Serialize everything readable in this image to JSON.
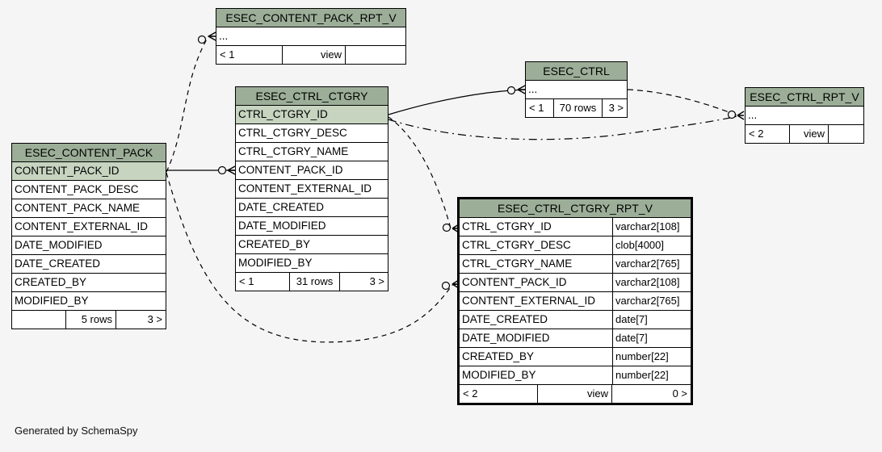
{
  "app": {
    "credit": "Generated by SchemaSpy"
  },
  "colors": {
    "background": "#f5f5f5",
    "table_header": "#9cae98",
    "key_column_row": "#c6d4c0",
    "cell_background": "#ffffff",
    "line": "#000000"
  },
  "tables": [
    {
      "id": "esec_content_pack_rpt_v",
      "title": "ESEC_CONTENT_PACK_RPT_V",
      "kind": "view",
      "rows": [
        {
          "ellipsis": true,
          "name": "..."
        }
      ],
      "footer": {
        "left": "< 1",
        "mid": "view",
        "right": ""
      }
    },
    {
      "id": "esec_ctrl",
      "title": "ESEC_CTRL",
      "kind": "table",
      "rows": [
        {
          "ellipsis": true,
          "name": "..."
        }
      ],
      "footer": {
        "left": "< 1",
        "mid": "70 rows",
        "right": "3 >"
      }
    },
    {
      "id": "esec_ctrl_rpt_v",
      "title": "ESEC_CTRL_RPT_V",
      "kind": "view",
      "rows": [
        {
          "ellipsis": true,
          "name": "..."
        }
      ],
      "footer": {
        "left": "< 2",
        "mid": "view",
        "right": ""
      }
    },
    {
      "id": "esec_content_pack",
      "title": "ESEC_CONTENT_PACK",
      "kind": "table",
      "rows": [
        {
          "name": "CONTENT_PACK_ID",
          "key": true
        },
        {
          "name": "CONTENT_PACK_DESC"
        },
        {
          "name": "CONTENT_PACK_NAME"
        },
        {
          "name": "CONTENT_EXTERNAL_ID"
        },
        {
          "name": "DATE_MODIFIED"
        },
        {
          "name": "DATE_CREATED"
        },
        {
          "name": "CREATED_BY"
        },
        {
          "name": "MODIFIED_BY"
        }
      ],
      "footer": {
        "left": "",
        "mid": "5 rows",
        "right": "3 >"
      }
    },
    {
      "id": "esec_ctrl_ctgry",
      "title": "ESEC_CTRL_CTGRY",
      "kind": "table",
      "rows": [
        {
          "name": "CTRL_CTGRY_ID",
          "key": true
        },
        {
          "name": "CTRL_CTGRY_DESC"
        },
        {
          "name": "CTRL_CTGRY_NAME"
        },
        {
          "name": "CONTENT_PACK_ID"
        },
        {
          "name": "CONTENT_EXTERNAL_ID"
        },
        {
          "name": "DATE_CREATED"
        },
        {
          "name": "DATE_MODIFIED"
        },
        {
          "name": "CREATED_BY"
        },
        {
          "name": "MODIFIED_BY"
        }
      ],
      "footer": {
        "left": "< 1",
        "mid": "31 rows",
        "right": "3 >"
      }
    },
    {
      "id": "esec_ctrl_ctgry_rpt_v",
      "title": "ESEC_CTRL_CTGRY_RPT_V",
      "kind": "view",
      "focus": true,
      "rows": [
        {
          "name": "CTRL_CTGRY_ID",
          "type": "varchar2[108]"
        },
        {
          "name": "CTRL_CTGRY_DESC",
          "type": "clob[4000]"
        },
        {
          "name": "CTRL_CTGRY_NAME",
          "type": "varchar2[765]"
        },
        {
          "name": "CONTENT_PACK_ID",
          "type": "varchar2[108]"
        },
        {
          "name": "CONTENT_EXTERNAL_ID",
          "type": "varchar2[765]"
        },
        {
          "name": "DATE_CREATED",
          "type": "date[7]"
        },
        {
          "name": "DATE_MODIFIED",
          "type": "date[7]"
        },
        {
          "name": "CREATED_BY",
          "type": "number[22]"
        },
        {
          "name": "MODIFIED_BY",
          "type": "number[22]"
        }
      ],
      "footer": {
        "left": "< 2",
        "mid": "view",
        "right": "0 >"
      }
    }
  ],
  "relationships": [
    {
      "from": "ESEC_CONTENT_PACK.CONTENT_PACK_ID",
      "to": "ESEC_CTRL_CTGRY.CONTENT_PACK_ID",
      "style": "solid"
    },
    {
      "from": "ESEC_CTRL_CTGRY.CTRL_CTGRY_ID",
      "to": "ESEC_CTRL",
      "style": "solid"
    },
    {
      "from": "ESEC_CONTENT_PACK.CONTENT_PACK_ID",
      "to": "ESEC_CONTENT_PACK_RPT_V",
      "style": "dashed"
    },
    {
      "from": "ESEC_CTRL_CTGRY.CTRL_CTGRY_ID",
      "to": "ESEC_CTRL_CTGRY_RPT_V.CTRL_CTGRY_ID",
      "style": "dashed"
    },
    {
      "from": "ESEC_CONTENT_PACK.CONTENT_PACK_ID",
      "to": "ESEC_CTRL_CTGRY_RPT_V.CONTENT_PACK_ID",
      "style": "dashed"
    },
    {
      "from": "ESEC_CTRL",
      "to": "ESEC_CTRL_RPT_V",
      "style": "dashed"
    },
    {
      "from": "ESEC_CTRL_CTGRY.CTRL_CTGRY_ID",
      "to": "ESEC_CTRL_RPT_V",
      "style": "dash-dot"
    }
  ]
}
